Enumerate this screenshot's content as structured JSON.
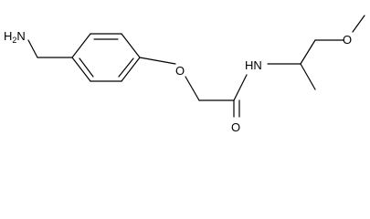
{
  "molecule": {
    "labels": {
      "amine": {
        "main": "H",
        "sub": "2",
        "tail": "N"
      },
      "ether_oxygen": "O",
      "carbonyl_oxygen": "O",
      "amide_nitrogen": "HN",
      "methoxy_oxygen": "O"
    }
  }
}
